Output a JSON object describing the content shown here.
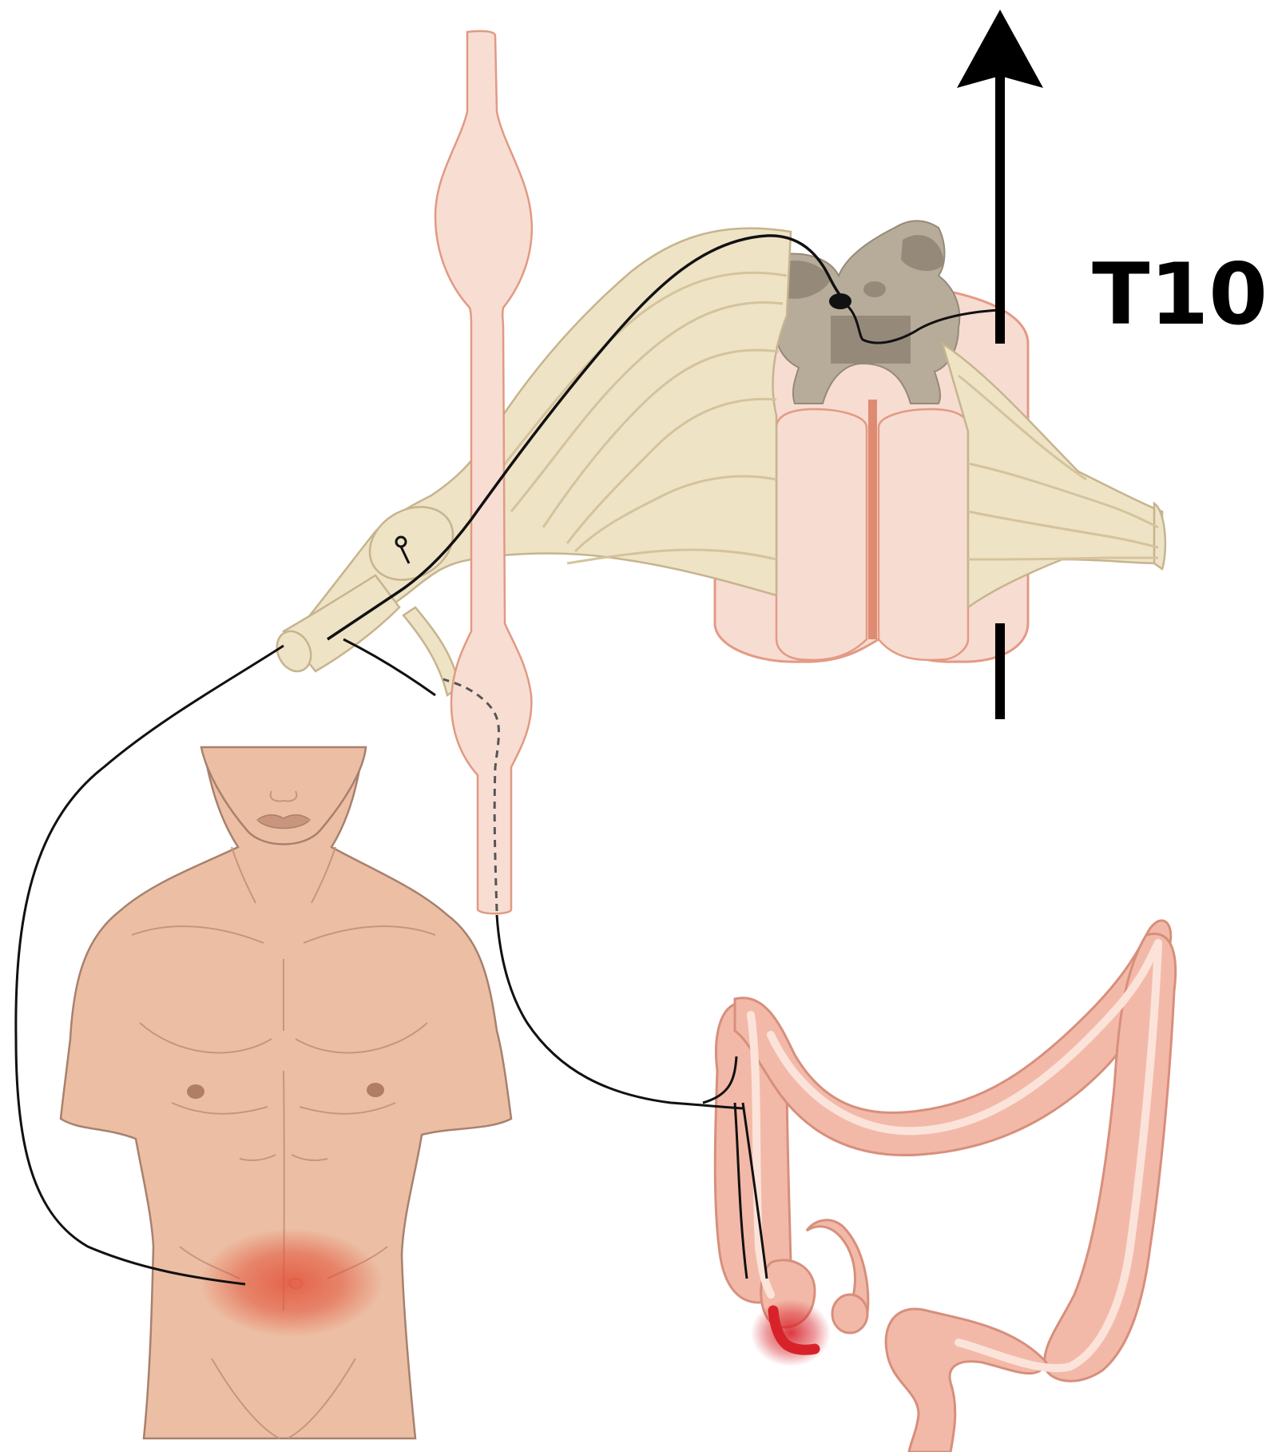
{
  "figure": {
    "segment_label": "T10"
  },
  "colors": {
    "skin": "#ecbfa4",
    "skin_outline": "#a7816e",
    "skin_shadow": "#c9957c",
    "nipple": "#b07d66",
    "pain_glow": "#e2533a",
    "appendix_red": "#d8222a",
    "colon_fill": "#f3b9a8",
    "colon_outline": "#d78f7c",
    "colon_inner": "#fbe3da",
    "chain_fill": "#f8ddd3",
    "chain_outline": "#e09a83",
    "cord_fill": "#f7dcd2",
    "cord_outline": "#e39a84",
    "cord_midline": "#df8b72",
    "grey_matter": "#b7ab9a",
    "grey_matter_dark": "#958a7a",
    "nerve_fill": "#efe3c6",
    "nerve_outline": "#c6b48e",
    "nerve_fiber": "#d4c39c",
    "neuron_line": "#111111",
    "arrow": "#000000"
  },
  "icons": {
    "torso": "human-torso-illustration",
    "colon": "large-intestine-illustration",
    "appendix": "inflamed-appendix",
    "sympathetic_chain": "sympathetic-trunk-ganglia",
    "spinal_cord": "spinal-cord-segment",
    "ascending_arrow": "ascending-pathway-arrow"
  }
}
